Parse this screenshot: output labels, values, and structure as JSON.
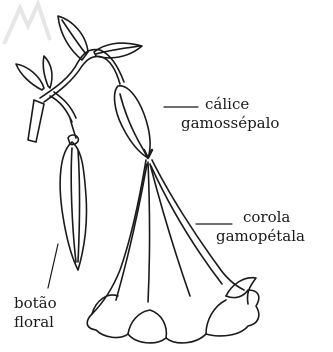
{
  "labels": {
    "calice_line1": "cálice",
    "calice_line2": "gamossépalo",
    "corola_line1": "corola",
    "corola_line2": "gamopétala",
    "botao_line1": "botão",
    "botao_line2": "floral"
  },
  "colors": {
    "ink": "#1a1a1a",
    "background": "#ffffff",
    "watermark": "#e6e6e6"
  }
}
